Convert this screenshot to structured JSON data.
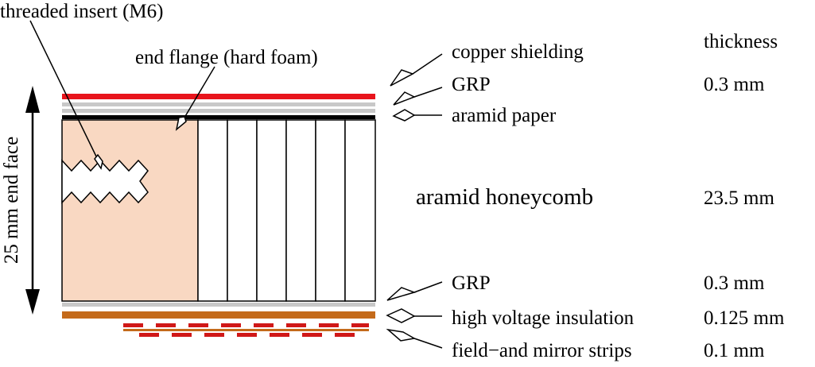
{
  "diagram": {
    "labels": {
      "threaded_insert": "threaded insert (M6)",
      "end_flange": "end flange (hard foam)",
      "copper_shielding": "copper shielding",
      "grp_top": "GRP",
      "aramid_paper": "aramid paper",
      "aramid_honeycomb": "aramid honeycomb",
      "grp_bottom": "GRP",
      "hv_insulation": "high voltage insulation",
      "field_strips": "field−and mirror strips",
      "end_face": "25 mm end face"
    },
    "thickness": {
      "header": "thickness",
      "grp_top": "0.3 mm",
      "honeycomb": "23.5 mm",
      "grp_bottom": "0.3 mm",
      "hv_insulation": "0.125 mm",
      "strips": "0.1 mm"
    },
    "colors": {
      "copper": "#e8141c",
      "grp": "#c8c8c8",
      "aramid_paper": "#000000",
      "foam": "#f9d8c2",
      "insulation": "#c46a1a",
      "strips": "#d01818",
      "line": "#000000"
    }
  }
}
